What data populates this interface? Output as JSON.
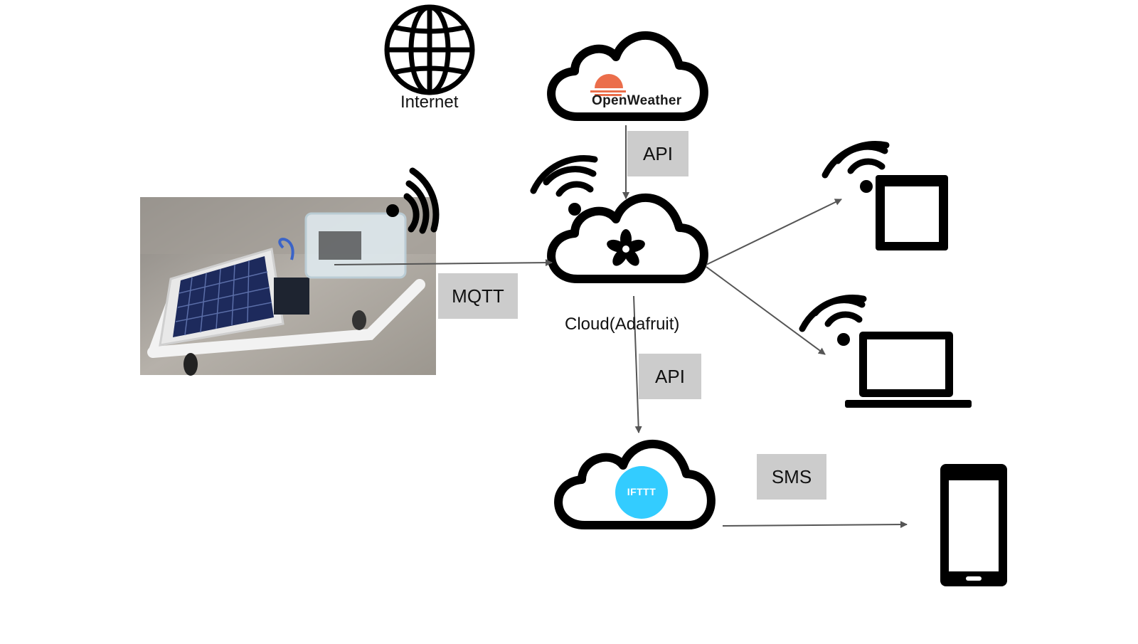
{
  "nodes": {
    "internet": {
      "label": "Internet",
      "icon": "globe-icon"
    },
    "openweather": {
      "label": "OpenWeather",
      "icon": "cloud-icon"
    },
    "adafruit": {
      "label": "Cloud(Adafruit)",
      "icon": "cloud-icon"
    },
    "ifttt": {
      "label": "IFTTT",
      "icon": "cloud-icon"
    },
    "device": {
      "icon": "solar-robot-photo"
    },
    "tablet": {
      "icon": "tablet-icon"
    },
    "laptop": {
      "icon": "laptop-icon"
    },
    "phone": {
      "icon": "smartphone-icon"
    }
  },
  "edges": {
    "mqtt": "MQTT",
    "api_weather": "API",
    "api_ifttt": "API",
    "sms": "SMS"
  },
  "colors": {
    "icon": "#000000",
    "tag_bg": "#cccccc",
    "arrow": "#555555",
    "openweather_sun": "#eb6e4b",
    "ifttt_badge": "#33ccff",
    "panel": "#1d2a5c"
  }
}
